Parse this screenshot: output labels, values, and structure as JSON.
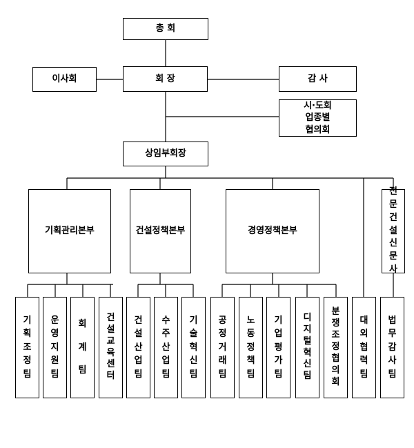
{
  "top": {
    "general_assembly": "총 회",
    "board": "이사회",
    "chairman": "회 장",
    "auditor": "감 사",
    "councils": [
      "시·도회",
      "업종별",
      "협의회"
    ],
    "vice_chairman": "상임부회장"
  },
  "divisions": {
    "planning": "기획관리본부",
    "construction_policy": "건설정책본부",
    "management_policy": "경영정책본부",
    "newspaper": "전문건설신문사"
  },
  "teams": [
    "기획조정팀",
    "운영지원팀",
    "회계팀",
    "건설교육센터",
    "건설산업팀",
    "수주산업팀",
    "기술혁신팀",
    "공정거래팀",
    "노동정책팀",
    "기업평가팀",
    "디지털혁신팀",
    "분쟁조정협의회",
    "대외협력팀",
    "법무감사팀"
  ]
}
